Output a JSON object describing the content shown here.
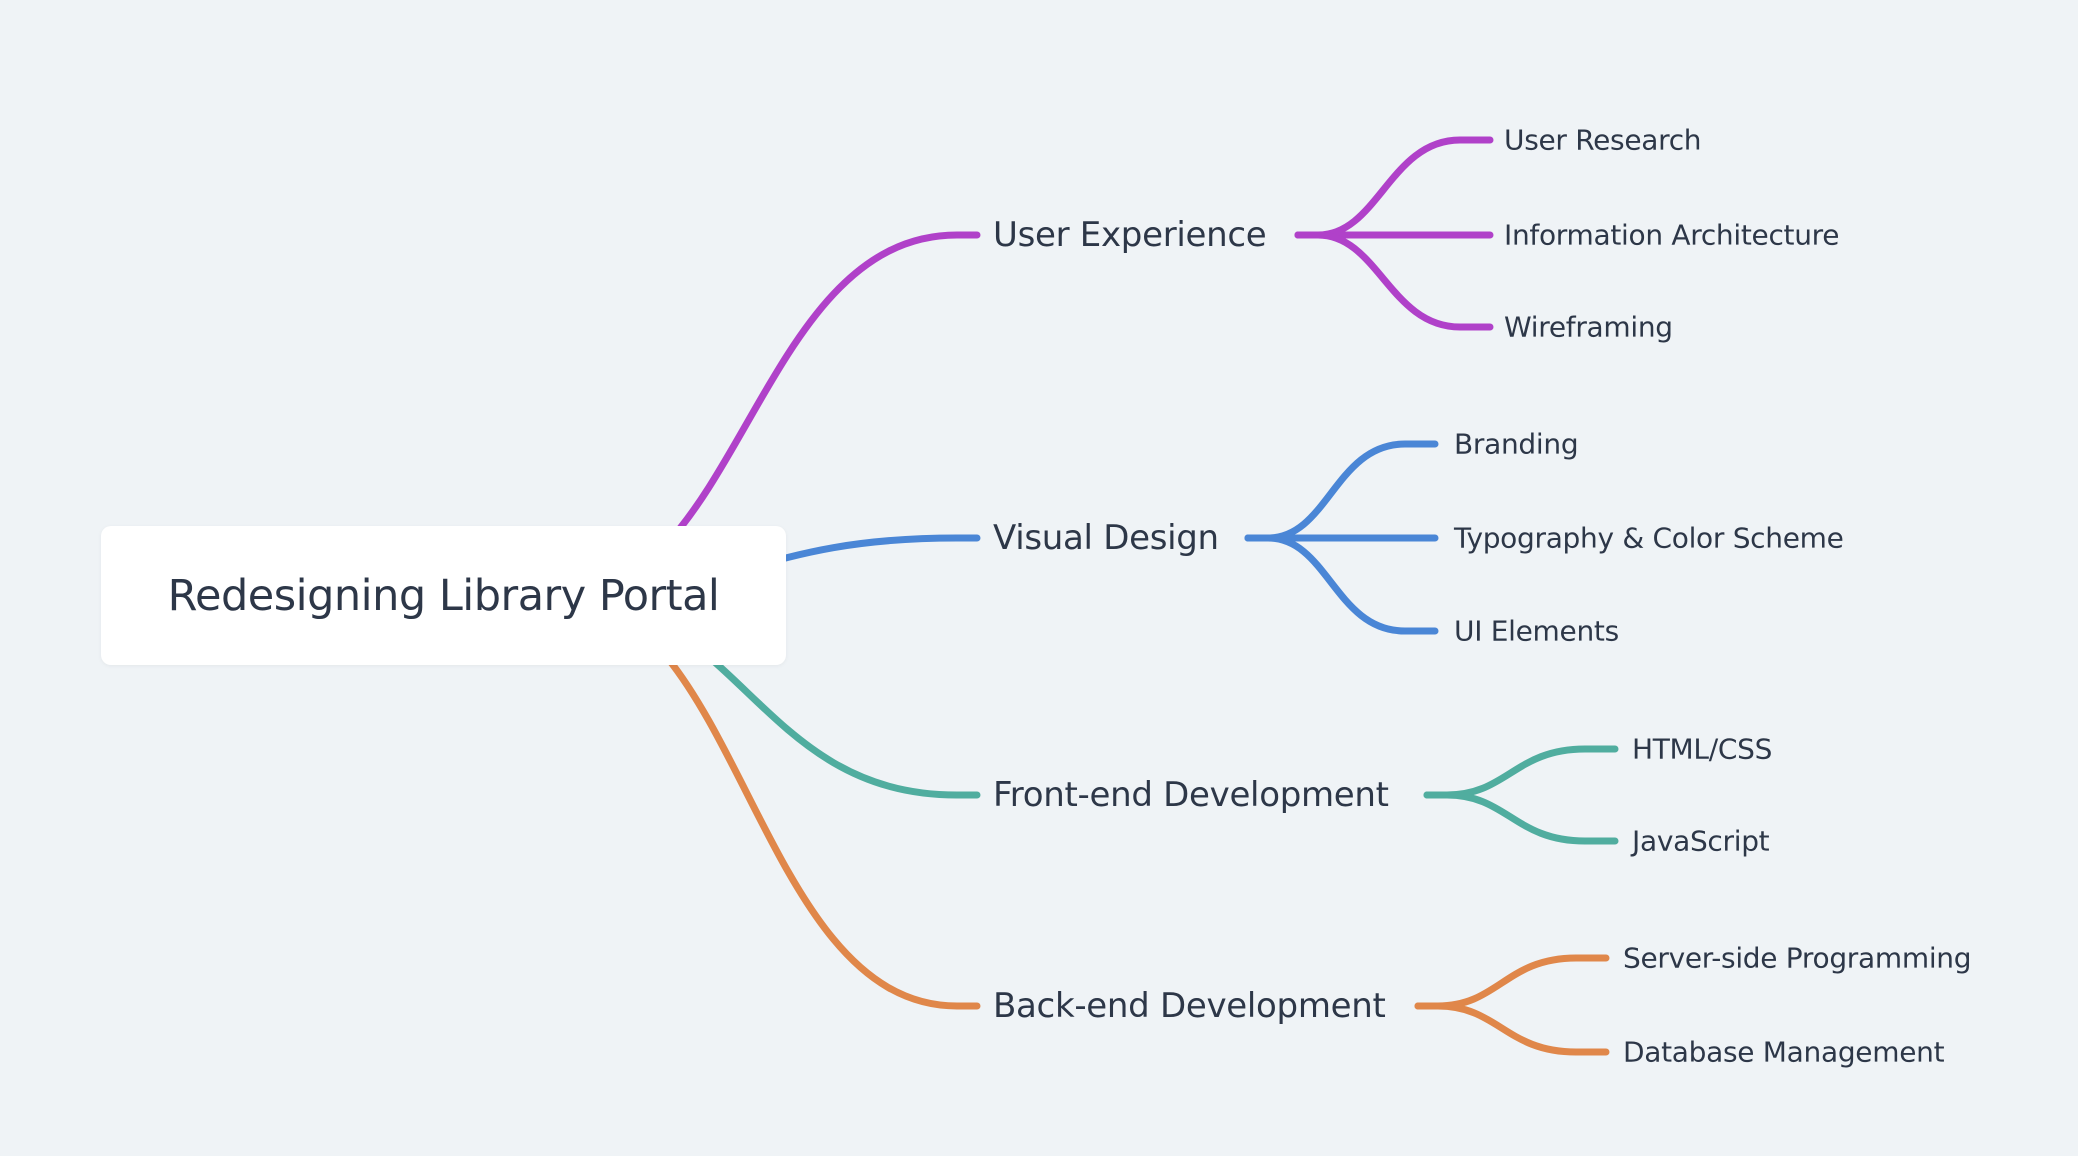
{
  "root": {
    "label": "Redesigning Library Portal"
  },
  "branches": [
    {
      "label": "User Experience",
      "color": "#b041c9",
      "children": [
        "User Research",
        "Information Architecture",
        "Wireframing"
      ]
    },
    {
      "label": "Visual Design",
      "color": "#4a86d6",
      "children": [
        "Branding",
        "Typography & Color Scheme",
        "UI Elements"
      ]
    },
    {
      "label": "Front-end Development",
      "color": "#50ad9f",
      "children": [
        "HTML/CSS",
        "JavaScript"
      ]
    },
    {
      "label": "Back-end Development",
      "color": "#e0874a",
      "children": [
        "Server-side Programming",
        "Database Management"
      ]
    }
  ]
}
